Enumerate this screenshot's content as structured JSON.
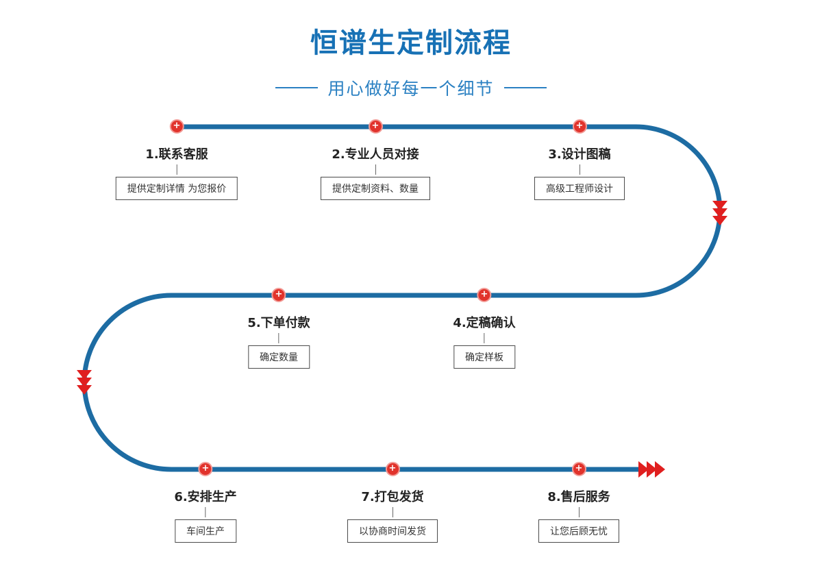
{
  "header": {
    "title": "恒谱生定制流程",
    "subtitle": "用心做好每一个细节"
  },
  "icons": {
    "node_glyph": "+"
  },
  "colors": {
    "title_blue": "#1771b5",
    "subtitle_blue": "#2a80c2",
    "line_blue": "#1d6ca3",
    "node_red": "#e1332c",
    "arrow_red": "#e01f1f"
  },
  "steps": [
    {
      "label": "1.联系客服",
      "desc": "提供定制详情 为您报价"
    },
    {
      "label": "2.专业人员对接",
      "desc": "提供定制资料、数量"
    },
    {
      "label": "3.设计图稿",
      "desc": "高级工程师设计"
    },
    {
      "label": "4.定稿确认",
      "desc": "确定样板"
    },
    {
      "label": "5.下单付款",
      "desc": "确定数量"
    },
    {
      "label": "6.安排生产",
      "desc": "车间生产"
    },
    {
      "label": "7.打包发货",
      "desc": "以协商时间发货"
    },
    {
      "label": "8.售后服务",
      "desc": "让您后顾无忧"
    }
  ]
}
